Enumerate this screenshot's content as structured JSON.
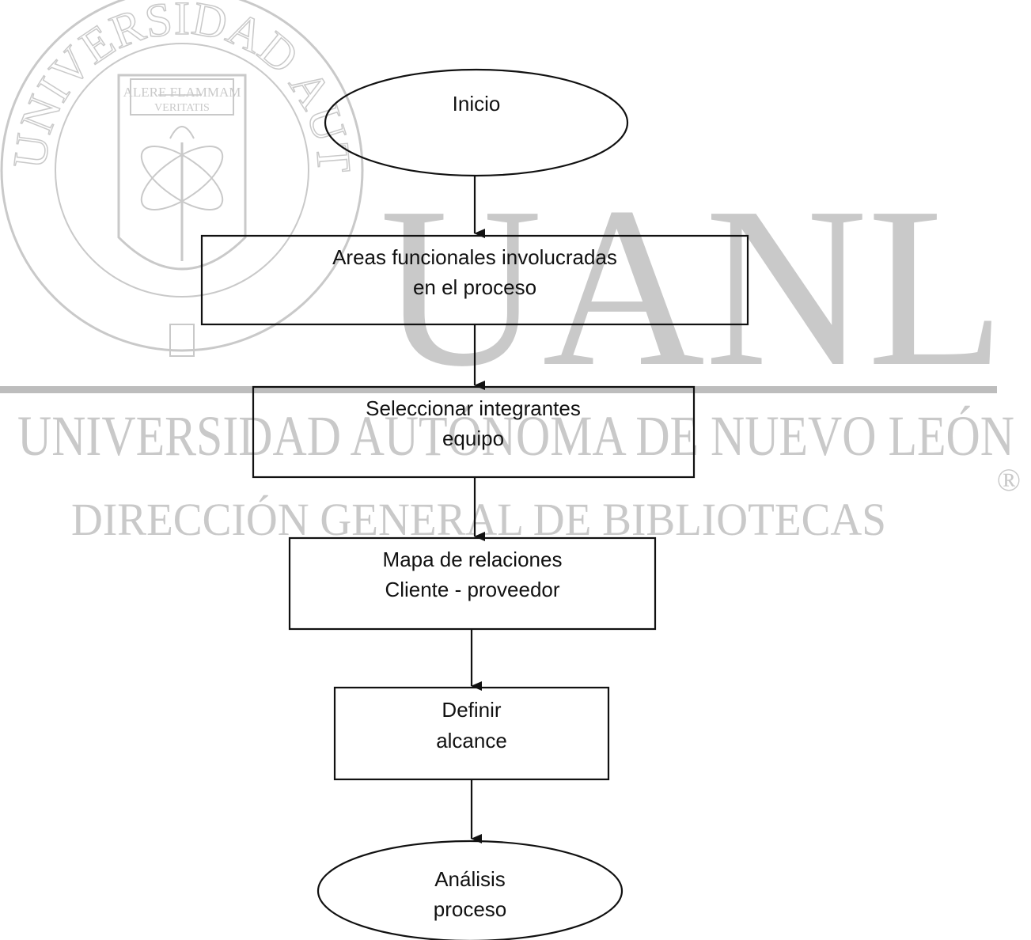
{
  "colors": {
    "watermark": "#c9c9c9",
    "watermark_line": "#bdbdbd",
    "stroke": "#111111",
    "text": "#111111",
    "background": "#ffffff"
  },
  "watermark": {
    "seal_name": "UNIVERSIDAD AUTONOMA DE NUEVO LEON",
    "seal_motto_1": "ALERE FLAMMAM",
    "seal_motto_2": "VERITATIS",
    "big_letters": "UANL",
    "university": "UNIVERSIDAD AUTÓNOMA DE NUEVO LEÓN",
    "directorate": "DIRECCIÓN GENERAL DE BIBLIOTECAS",
    "registered_mark": "®"
  },
  "flowchart": {
    "start": {
      "label": "Inicio"
    },
    "step1": {
      "line1": "Areas funcionales involucradas",
      "line2": "en el proceso"
    },
    "step2": {
      "line1": "Seleccionar integrantes",
      "line2": "equipo"
    },
    "step3": {
      "line1": "Mapa de relaciones",
      "line2": "Cliente - proveedor"
    },
    "step4": {
      "line1": "Definir",
      "line2": "alcance"
    },
    "end": {
      "line1": "Análisis",
      "line2": "proceso"
    }
  }
}
